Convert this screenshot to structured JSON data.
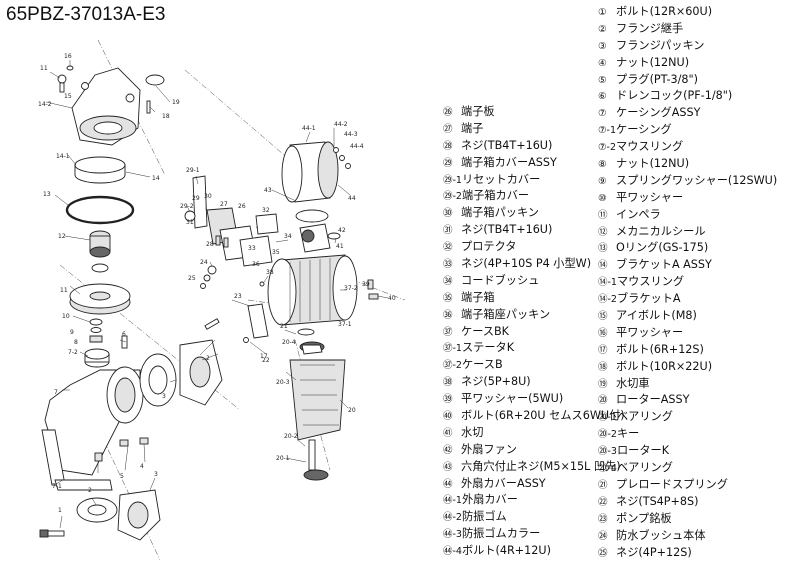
{
  "title": "65PBZ-37013A-E3",
  "parts_right": [
    {
      "num": "①",
      "name": "ボルト(12R×60U)"
    },
    {
      "num": "②",
      "name": "フランジ継手"
    },
    {
      "num": "③",
      "name": "フランジパッキン"
    },
    {
      "num": "④",
      "name": "ナット(12NU)"
    },
    {
      "num": "⑤",
      "name": "プラグ(PT-3/8\")"
    },
    {
      "num": "⑥",
      "name": "ドレンコック(PF-1/8\")"
    },
    {
      "num": "⑦",
      "name": "ケーシングASSY"
    },
    {
      "num": "⑦-1",
      "name": "ケーシング"
    },
    {
      "num": "⑦-2",
      "name": "マウスリング"
    },
    {
      "num": "⑧",
      "name": "ナット(12NU)"
    },
    {
      "num": "⑨",
      "name": "スプリングワッシャー(12SWU)"
    },
    {
      "num": "⑩",
      "name": "平ワッシャー"
    },
    {
      "num": "⑪",
      "name": "インペラ"
    },
    {
      "num": "⑫",
      "name": "メカニカルシール"
    },
    {
      "num": "⑬",
      "name": "Oリング(GS-175)"
    },
    {
      "num": "⑭",
      "name": "ブラケットA ASSY"
    },
    {
      "num": "⑭-1",
      "name": "マウスリング"
    },
    {
      "num": "⑭-2",
      "name": "ブラケットA"
    },
    {
      "num": "⑮",
      "name": "アイボルト(M8)"
    },
    {
      "num": "⑯",
      "name": "平ワッシャー"
    },
    {
      "num": "⑰",
      "name": "ボルト(6R+12S)"
    },
    {
      "num": "⑱",
      "name": "ボルト(10R×22U)"
    },
    {
      "num": "⑲",
      "name": "水切車"
    },
    {
      "num": "⑳",
      "name": "ローターASSY"
    },
    {
      "num": "⑳-1",
      "name": "ベアリング"
    },
    {
      "num": "⑳-2",
      "name": "キー"
    },
    {
      "num": "⑳-3",
      "name": "ローターK"
    },
    {
      "num": "⑳-4",
      "name": "ベアリング"
    },
    {
      "num": "㉑",
      "name": "プレロードスプリング"
    },
    {
      "num": "㉒",
      "name": "ネジ(TS4P+8S)"
    },
    {
      "num": "㉓",
      "name": "ポンプ銘板"
    },
    {
      "num": "㉔",
      "name": "防水ブッシュ本体"
    },
    {
      "num": "㉕",
      "name": "ネジ(4P+12S)"
    }
  ],
  "parts_mid": [
    {
      "num": "㉖",
      "name": "端子板"
    },
    {
      "num": "㉗",
      "name": "端子"
    },
    {
      "num": "㉘",
      "name": "ネジ(TB4T+16U)"
    },
    {
      "num": "㉙",
      "name": "端子箱カバーASSY"
    },
    {
      "num": "㉙-1",
      "name": "リセットカバー"
    },
    {
      "num": "㉙-2",
      "name": "端子箱カバー"
    },
    {
      "num": "㉚",
      "name": "端子箱パッキン"
    },
    {
      "num": "㉛",
      "name": "ネジ(TB4T+16U)"
    },
    {
      "num": "㉜",
      "name": "プロテクタ"
    },
    {
      "num": "㉝",
      "name": "ネジ(4P+10S P4 小型W)"
    },
    {
      "num": "㉞",
      "name": "コードブッシュ"
    },
    {
      "num": "㉟",
      "name": "端子箱"
    },
    {
      "num": "㊱",
      "name": "端子箱座パッキン"
    },
    {
      "num": "㊲",
      "name": "ケースBK"
    },
    {
      "num": "㊲-1",
      "name": "ステータK"
    },
    {
      "num": "㊲-2",
      "name": "ケースB"
    },
    {
      "num": "㊳",
      "name": "ネジ(5P+8U)"
    },
    {
      "num": "㊴",
      "name": "平ワッシャー(5WU)"
    },
    {
      "num": "㊵",
      "name": "ボルト(6R+20U セムス6WU付)"
    },
    {
      "num": "㊶",
      "name": "水切"
    },
    {
      "num": "㊷",
      "name": "外扇ファン"
    },
    {
      "num": "㊸",
      "name": "六角穴付止ネジ(M5×15L 凹先)"
    },
    {
      "num": "㊹",
      "name": "外扇カバーASSY"
    },
    {
      "num": "㊹-1",
      "name": "外扇カバー"
    },
    {
      "num": "㊹-2",
      "name": "防振ゴム"
    },
    {
      "num": "㊹-3",
      "name": "防振ゴムカラー"
    },
    {
      "num": "㊹-4",
      "name": "ボルト(4R+12U)"
    }
  ],
  "callouts": {
    "c1": "1",
    "c2": "2",
    "c3": "3",
    "c4": "4",
    "c5": "5",
    "c6": "6",
    "c7": "7",
    "c7_1": "7-1",
    "c7_2": "7-2",
    "c8": "8",
    "c9": "9",
    "c10": "10",
    "c11": "11",
    "c11b": "11",
    "c12": "12",
    "c13": "13",
    "c14": "14",
    "c14_1": "14-1",
    "c14_2": "14-2",
    "c15": "15",
    "c16": "16",
    "c17": "17",
    "c18": "18",
    "c19": "19",
    "c20": "20",
    "c20_1": "20-1",
    "c20_2": "20-2",
    "c20_3": "20-3",
    "c20_4": "20-4",
    "c21": "21",
    "c22": "22",
    "c23": "23",
    "c24": "24",
    "c25": "25",
    "c26": "26",
    "c27": "27",
    "c28": "28",
    "c29": "29",
    "c29_1": "29-1",
    "c29_2": "29-2",
    "c30": "30",
    "c31": "31",
    "c32": "32",
    "c33": "33",
    "c34": "34",
    "c35": "35",
    "c36": "36",
    "c37_1": "37-1",
    "c37_2": "37-2",
    "c38": "38",
    "c39": "39",
    "c40": "40",
    "c41": "41",
    "c42": "42",
    "c43": "43",
    "c44": "44",
    "c44_1": "44-1",
    "c44_2": "44-2",
    "c44_3": "44-3",
    "c44_4": "44-4"
  }
}
